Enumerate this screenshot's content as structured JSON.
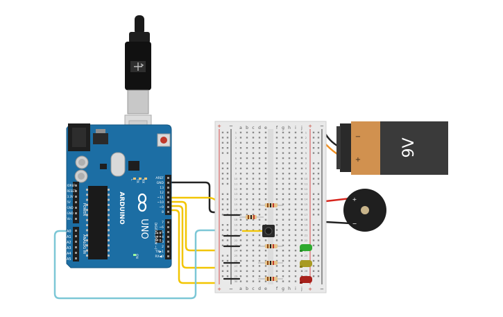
{
  "arduino": {
    "brand": "ARDUINO",
    "model": "UNO",
    "power_header_label": "POWER",
    "analog_header_label": "ANALOG IN",
    "digital_header_label": "DIGITAL (PWM ~)",
    "on_label": "ON",
    "tx_label": "TX",
    "rx_label": "RX",
    "l_label": "L",
    "power_pins": [
      "IOREF",
      "RESET",
      "3.3V",
      "5V",
      "GND",
      "GND",
      "Vin"
    ],
    "analog_pins": [
      "A0",
      "A1",
      "A2",
      "A3",
      "A4",
      "A5"
    ],
    "digital_pins_top": [
      "AREF",
      "GND",
      "13",
      "12",
      "~11",
      "~10",
      "~9",
      "8"
    ],
    "digital_pins_bottom": [
      "7",
      "~6",
      "~5",
      "4",
      "~3",
      "2",
      "TX▶1",
      "RX◀0"
    ]
  },
  "breadboard": {
    "cols_left": [
      "a",
      "b",
      "c",
      "d",
      "e"
    ],
    "cols_right": [
      "f",
      "g",
      "h",
      "i",
      "j"
    ],
    "rail_plus": "+",
    "rail_minus": "−",
    "row_numbers": [
      "1",
      "2",
      "3",
      "4",
      "5",
      "6",
      "7",
      "8",
      "9",
      "10",
      "11",
      "12",
      "13",
      "14",
      "15",
      "16",
      "17",
      "18",
      "19",
      "20",
      "21",
      "22",
      "23",
      "24",
      "25",
      "26",
      "27",
      "28",
      "29",
      "30"
    ]
  },
  "battery": {
    "label": "9V",
    "minus_label": "−",
    "plus_label": "+"
  },
  "buzzer": {
    "plus_label": "+",
    "minus_label": "−"
  },
  "colors": {
    "board": "#1c6ea4",
    "breadboard": "#e9e9e9",
    "wire_yellow": "#f2c500",
    "wire_black": "#222222",
    "wire_red": "#d7261e",
    "wire_cyan": "#7cc7d6",
    "led_green": "#2faa2f",
    "led_yellow": "#a89a22",
    "led_red": "#a8211b",
    "battery_orange": "#d1914f",
    "battery_black": "#3a3a3a"
  }
}
